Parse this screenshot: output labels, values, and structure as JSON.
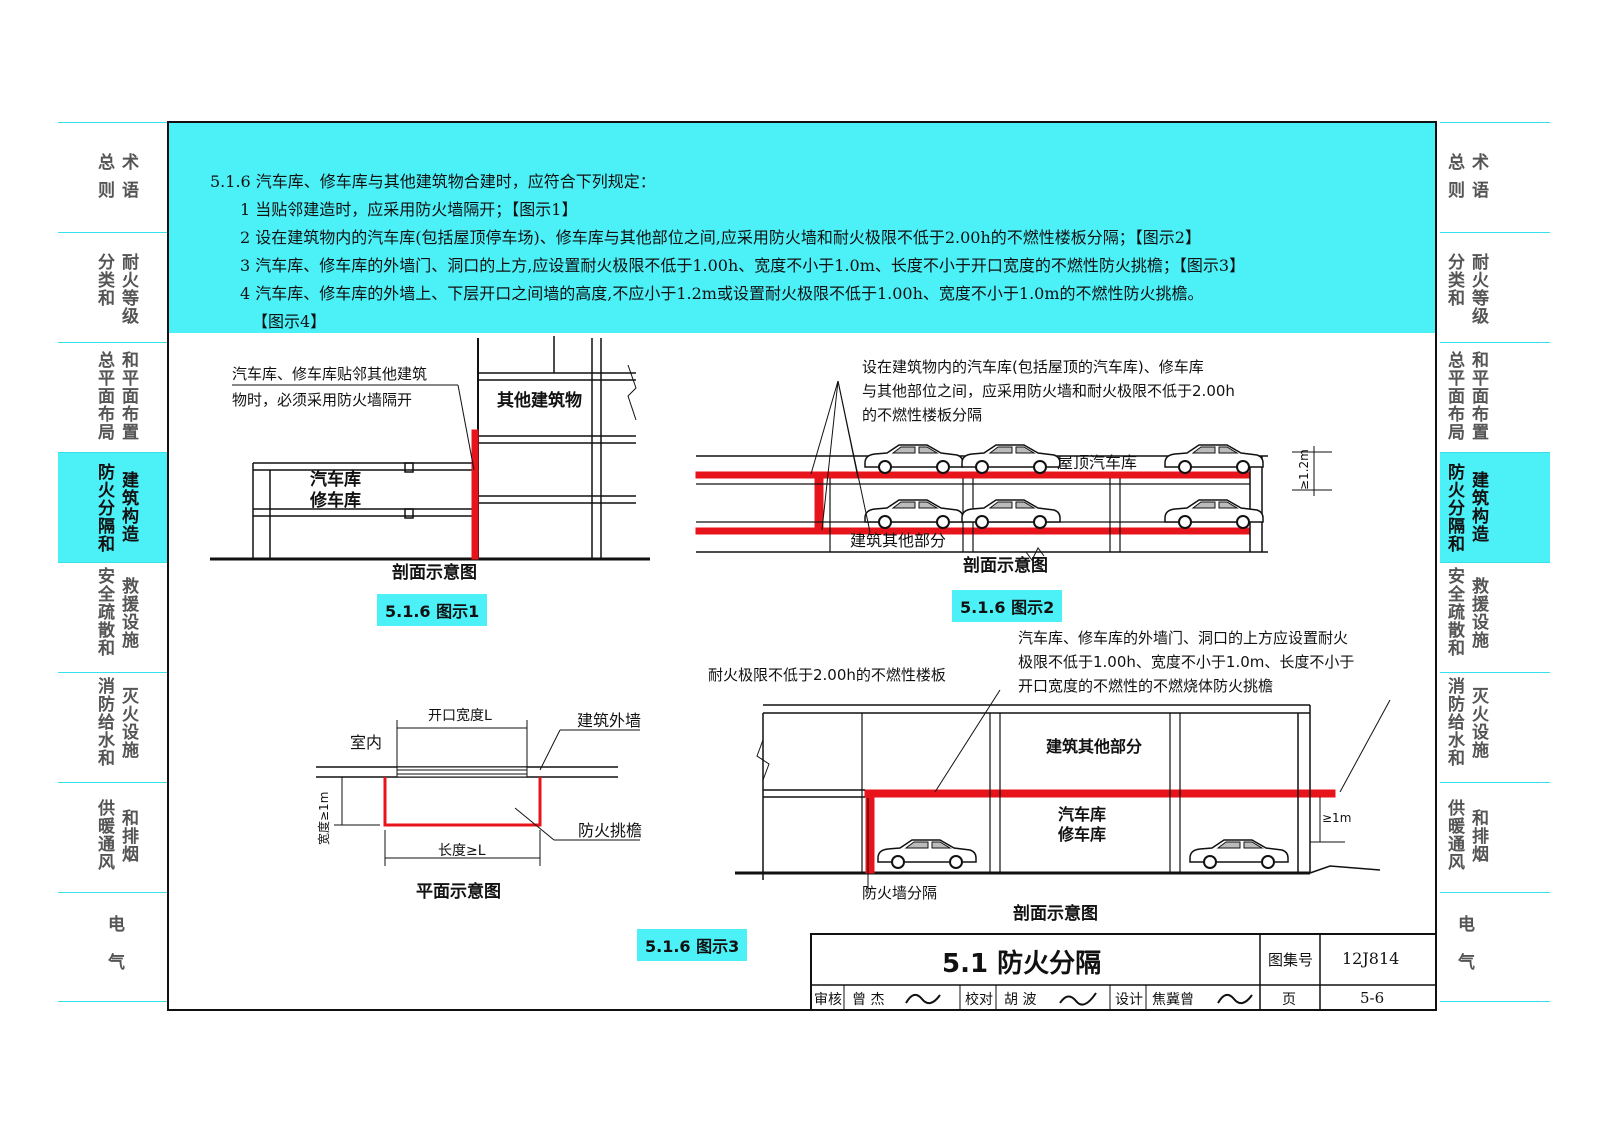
{
  "nav_left": [
    {
      "cols": [
        "术",
        "语"
      ],
      "cols2": [
        "总",
        "则"
      ],
      "active": false
    },
    {
      "cols": [
        "耐火等级"
      ],
      "cols2": [
        "分类和"
      ],
      "active": false
    },
    {
      "cols": [
        "和平面布置"
      ],
      "cols2": [
        "总平面布局"
      ],
      "active": false
    },
    {
      "cols": [
        "建筑构造"
      ],
      "cols2": [
        "防火分隔和"
      ],
      "active": true
    },
    {
      "cols": [
        "救援设施"
      ],
      "cols2": [
        "安全疏散和"
      ],
      "active": false
    },
    {
      "cols": [
        "灭火设施"
      ],
      "cols2": [
        "消防给水和"
      ],
      "active": false
    },
    {
      "cols": [
        "和排烟"
      ],
      "cols2": [
        "供暖通风"
      ],
      "active": false
    },
    {
      "cols": [
        "电"
      ],
      "cols2": [
        "气"
      ],
      "active": false
    }
  ],
  "clause": {
    "heading": "5.1.6 汽车库、修车库与其他建筑物合建时，应符合下列规定：",
    "item1": "1 当贴邻建造时，应采用防火墙隔开；【图示1】",
    "item2": "2 设在建筑物内的汽车库(包括屋顶停车场)、修车库与其他部位之间,应采用防火墙和耐火极限不低于2.00h的不燃性楼板分隔；【图示2】",
    "item3": "3 汽车库、修车库的外墙门、洞口的上方,应设置耐火极限不低于1.00h、宽度不小于1.0m、长度不小于开口宽度的不燃性防火挑檐；【图示3】",
    "item4": "4 汽车库、修车库的外墙上、下层开口之间墙的高度,不应小于1.2m或设置耐火极限不低于1.00h、宽度不小于1.0m的不燃性防火挑檐。",
    "item4_tail": "【图示4】"
  },
  "fig1": {
    "note_line1": "汽车库、修车库贴邻其他建筑",
    "note_line2": "物时，必须采用防火墙隔开",
    "other_building": "其他建筑物",
    "garage_line1": "汽车库",
    "garage_line2": "修车库",
    "caption": "剖面示意图",
    "tag": "5.1.6 图示1"
  },
  "fig2": {
    "note_line1": "设在建筑物内的汽车库(包括屋顶的汽车库)、修车库",
    "note_line2": "与其他部位之间，应采用防火墙和耐火极限不低于2.00h",
    "note_line3": "的不燃性楼板分隔",
    "roof_garage": "屋顶汽车库",
    "other_parts": "建筑其他部分",
    "dim": "≥1.2m",
    "caption": "剖面示意图",
    "tag": "5.1.6 图示2"
  },
  "fig3": {
    "indoor": "室内",
    "opening": "开口宽度L",
    "outer_wall": "建筑外墙",
    "width": "宽度≥1m",
    "length": "长度≥L",
    "canopy": "防火挑檐",
    "plan_caption": "平面示意图",
    "floor_note": "耐火极限不低于2.00h的不燃性楼板",
    "canopy_note1": "汽车库、修车库的外墙门、洞口的上方应设置耐火",
    "canopy_note2": "极限不低于1.00h、宽度不小于1.0m、长度不小于",
    "canopy_note3": "开口宽度的不燃性的不燃烧体防火挑檐",
    "other_parts": "建筑其他部分",
    "garage_line1": "汽车库",
    "garage_line2": "修车库",
    "dim": "≥1m",
    "firewall": "防火墙分隔",
    "section_caption": "剖面示意图",
    "tag": "5.1.6 图示3"
  },
  "titleblock": {
    "title": "5.1 防火分隔",
    "atlas_label": "图集号",
    "atlas_no": "12J814",
    "review_label": "审核",
    "reviewer": "曾 杰",
    "check_label": "校对",
    "checker": "胡 波",
    "design_label": "设计",
    "designer": "焦冀曾",
    "page_label": "页",
    "page_no": "5-6"
  },
  "colors": {
    "cyan": "#4cf0f7",
    "red": "#e8141c",
    "line": "#111111"
  }
}
